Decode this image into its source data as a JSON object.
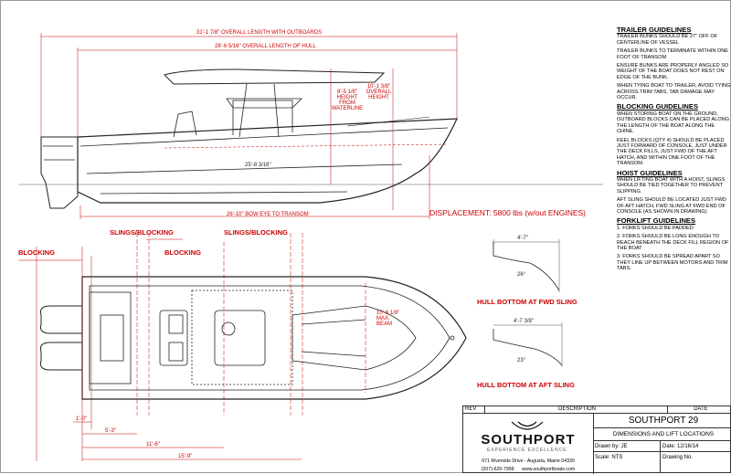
{
  "dims": {
    "overall_outboards": "31'-1 7/8\" OVERALL LENGTH WITH OUTBOARDS",
    "overall_hull": "28'-6 5/16\" OVERALL LENGTH OF HULL",
    "height_waterline": "8'-5 1/8\" HEIGHT FROM WATERLINE",
    "overall_height": "10'-1 3/8\" OVERALL HEIGHT",
    "deck_dim": "25'-8 3/16\"",
    "bow_eye": "26'-10\" BOW EYE TO TRANSOM",
    "max_beam": "10'-6 1/8\" MAX. BEAM",
    "d1": "1'-0\"",
    "d2": "5'-3\"",
    "d3": "11'-6\"",
    "d4": "15'-9\""
  },
  "displacement": "DISPLACEMENT: 5800 lbs (w/out ENGINES)",
  "plan_labels": {
    "slings_blocking_1": "SLINGS/BLOCKING",
    "slings_blocking_2": "SLINGS/BLOCKING",
    "blocking_1": "BLOCKING",
    "blocking_2": "BLOCKING"
  },
  "sections": {
    "fwd_width": "4'-7\"",
    "fwd_angle": "26°",
    "fwd_title": "HULL BOTTOM AT FWD SLING",
    "aft_width": "4'-7 3/8\"",
    "aft_angle": "23°",
    "aft_title": "HULL BOTTOM AT AFT SLING"
  },
  "notes": {
    "trailer_title": "TRAILER GUIDELINES",
    "trailer_1": "Trailer bunks should be 27\" off of centerline of vessel",
    "trailer_2": "Trailer bunks to terminate within one foot of transom",
    "trailer_3": "Ensure bunks are properly angled so weight of the boat does not rest on edge of the bunk.",
    "trailer_4": "When tying boat to trailer, avoid tying across trim tabs, tab damage may occur.",
    "blocking_title": "BLOCKING GUIDELINES",
    "blocking_1": "When storing boat on the ground, outboard blocks can be placed along the length of the boat along the chine.",
    "blocking_2": "Keel blocks (qty 4) should be placed just forward of console, just under the deck fills, just fwd of the aft hatch, and within one foot of the transom.",
    "hoist_title": "HOIST GUIDELINES",
    "hoist_1": "When lifting boat with a hoist, slings should be tied together to prevent slipping.",
    "hoist_2": "Aft sling should be located just fwd of aft hatch, fwd sling at fwd end of console (as shown in drawing)",
    "forklift_title": "FORKLIFT GUIDELINES",
    "forklift_1": "1. Forks should be padded",
    "forklift_2": "2. Forks should be long enough to reach beneath the deck fill region of the boat",
    "forklift_3": "3. Forks should be spread apart so they line up between motors and trim tabs."
  },
  "title_block": {
    "rev_label": "REV",
    "description_label": "DESCRIPTION",
    "date_label": "DATE",
    "brand": "SOUTHPORT",
    "tagline": "EXPERIENCE EXCELLENCE.",
    "address": "671 Riverside Drive - Augusta, Maine 04330",
    "contact": "(207)-620-7998      www.southportboats.com",
    "model": "SOUTHPORT 29",
    "drawing_title": "DIMENSIONS AND LIFT LOCATIONS",
    "drawn_by": "Drawn by: JE",
    "date": "Date: 12/16/14",
    "scale": "Scale: NTS",
    "drawing_no": "Drawing No."
  }
}
